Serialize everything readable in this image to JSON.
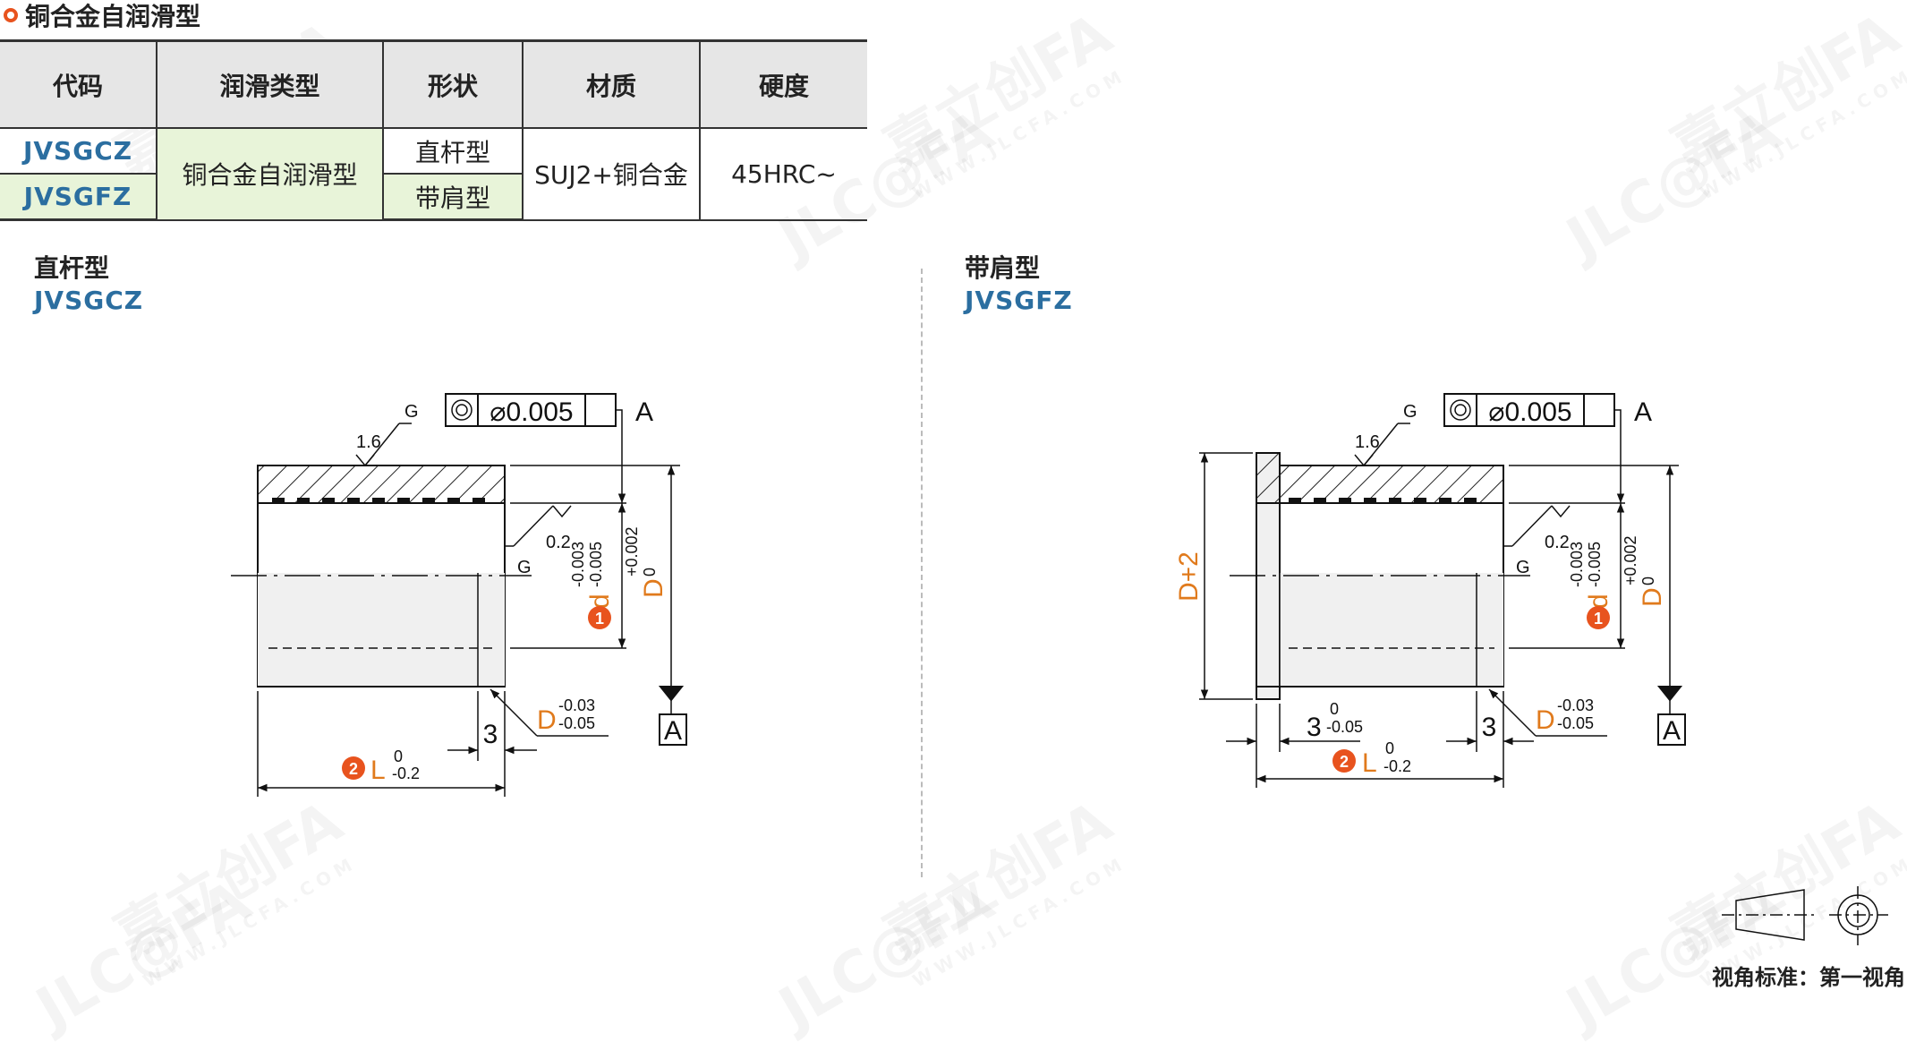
{
  "header": {
    "title": "铜合金自润滑型"
  },
  "table": {
    "columns": [
      "代码",
      "润滑类型",
      "形状",
      "材质",
      "硬度"
    ],
    "codes": [
      "JVSGCZ",
      "JVSGFZ"
    ],
    "lubrication": "铜合金自润滑型",
    "shapes": [
      "直杆型",
      "带肩型"
    ],
    "material": "SUJ2+铜合金",
    "hardness": "45HRC~"
  },
  "left": {
    "label": "直杆型",
    "code": "JVSGCZ",
    "tolerance": {
      "symbol": "◎",
      "value": "⌀0.005",
      "datum": "A"
    },
    "surface": {
      "g": "G",
      "rough_outer": "1.6",
      "rough_inner": "0.2",
      "g_inner": "G"
    },
    "d_upper": "-0.003",
    "d_lower": "-0.005",
    "d_label": "d",
    "d_badge": "1",
    "D_upper": "+0.002",
    "D_lower": "0",
    "D_label": "D",
    "D2_label": "D",
    "D2_upper": "-0.03",
    "D2_lower": "-0.05",
    "datum_box": "A",
    "dim3": "3",
    "L_label": "L",
    "L_upper": "0",
    "L_lower": "-0.2",
    "L_badge": "2"
  },
  "right": {
    "label": "带肩型",
    "code": "JVSGFZ",
    "tolerance": {
      "symbol": "◎",
      "value": "⌀0.005",
      "datum": "A"
    },
    "surface": {
      "g": "G",
      "rough_outer": "1.6",
      "rough_inner": "0.2",
      "g_inner": "G"
    },
    "Dp2_label": "D+2",
    "d_upper": "-0.003",
    "d_lower": "-0.005",
    "d_label": "d",
    "d_badge": "1",
    "D_upper": "+0.002",
    "D_lower": "0",
    "D_label": "D",
    "D2_label": "D",
    "D2_upper": "-0.03",
    "D2_lower": "-0.05",
    "datum_box": "A",
    "dim3_left": "3",
    "dim3_left_upper": "0",
    "dim3_left_lower": "-0.05",
    "dim3_right": "3",
    "L_label": "L",
    "L_upper": "0",
    "L_lower": "-0.2",
    "L_badge": "2"
  },
  "watermark": {
    "brand": "嘉立创FA",
    "logo": "JLC@FA",
    "site": "WWW.JLCFA.COM"
  },
  "footer": {
    "text": "视角标准：第一视角"
  },
  "colors": {
    "accent": "#e8531e",
    "code_blue": "#2b6ea0",
    "header_bg": "#e6e6e6",
    "cell_green": "#e8f4d9",
    "dim_orange": "#e07a1c"
  }
}
